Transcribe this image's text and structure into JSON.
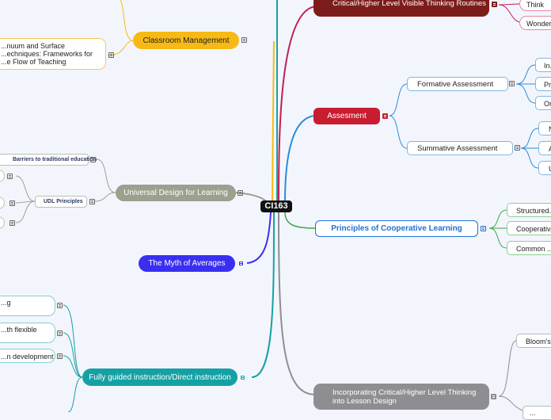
{
  "root": {
    "label": "CI163"
  },
  "left_branches": {
    "classroom_management": {
      "label": "Classroom Management",
      "note": "...nuum and Surface\n...echniques: Frameworks for\n...e Flow of Teaching"
    },
    "udl": {
      "label": "Universal Design for Learning",
      "barriers": "Barriers to traditional education",
      "principles": "UDL Principles"
    },
    "myth": {
      "label": "The Myth of Averages"
    },
    "direct_instruction": {
      "label": "Fully guided instruction/Direct instruction",
      "notes": [
        "...g",
        "...th flexible",
        "...n development"
      ]
    }
  },
  "right_branches": {
    "visible_thinking": {
      "label": "Critical/Higher Level Visible Thinking Routines",
      "children": [
        "Think",
        "Wonder"
      ]
    },
    "assessment": {
      "label": "Assesment",
      "formative": {
        "label": "Formative Assessment",
        "children": [
          "In...",
          "Pr...",
          "On..."
        ]
      },
      "summative": {
        "label": "Summative Assessment",
        "children": [
          "N...",
          "A...",
          "U..."
        ]
      }
    },
    "cooperative": {
      "label": "Principles of Cooperative Learning",
      "children": [
        "Structured...",
        "Cooperativ...",
        "Common ..."
      ]
    },
    "lesson_design": {
      "label": "Incorporating Critical/Higher Level Thinking into Lesson Design",
      "children": [
        "Bloom's",
        "..."
      ]
    }
  },
  "colors": {
    "classroom": "#f6b915",
    "udl": "#9ba08f",
    "myth": "#3a2ff0",
    "direct": "#15a1a3",
    "visible": "#7c1d1b",
    "assessment": "#c81c30",
    "cooperative": "#2071d6",
    "lesson": "#8e8e92"
  }
}
